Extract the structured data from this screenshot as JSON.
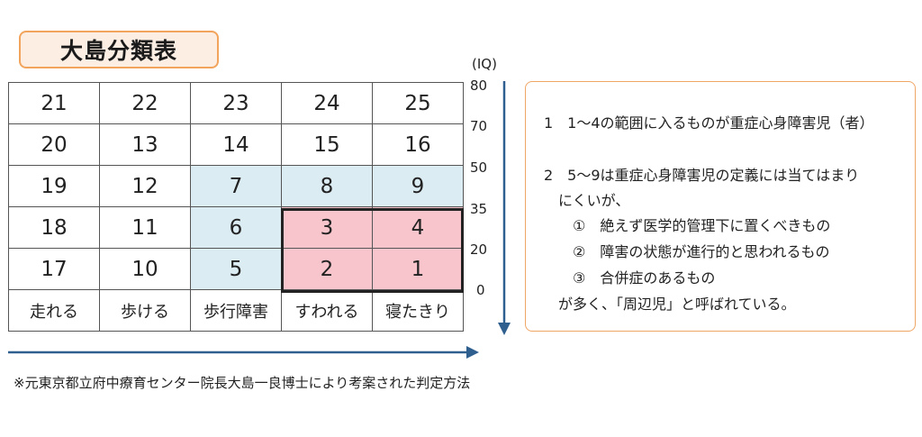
{
  "title": "大島分類表",
  "grid": {
    "rows": [
      [
        {
          "value": "21",
          "zone": "none"
        },
        {
          "value": "22",
          "zone": "none"
        },
        {
          "value": "23",
          "zone": "none"
        },
        {
          "value": "24",
          "zone": "none"
        },
        {
          "value": "25",
          "zone": "none"
        }
      ],
      [
        {
          "value": "20",
          "zone": "none"
        },
        {
          "value": "13",
          "zone": "none"
        },
        {
          "value": "14",
          "zone": "none"
        },
        {
          "value": "15",
          "zone": "none"
        },
        {
          "value": "16",
          "zone": "none"
        }
      ],
      [
        {
          "value": "19",
          "zone": "none"
        },
        {
          "value": "12",
          "zone": "none"
        },
        {
          "value": "7",
          "zone": "peripheral"
        },
        {
          "value": "8",
          "zone": "peripheral"
        },
        {
          "value": "9",
          "zone": "peripheral"
        }
      ],
      [
        {
          "value": "18",
          "zone": "none"
        },
        {
          "value": "11",
          "zone": "none"
        },
        {
          "value": "6",
          "zone": "peripheral"
        },
        {
          "value": "3",
          "zone": "severe"
        },
        {
          "value": "4",
          "zone": "severe"
        }
      ],
      [
        {
          "value": "17",
          "zone": "none"
        },
        {
          "value": "10",
          "zone": "none"
        },
        {
          "value": "5",
          "zone": "peripheral"
        },
        {
          "value": "2",
          "zone": "severe"
        },
        {
          "value": "1",
          "zone": "severe"
        }
      ]
    ],
    "motor_labels": [
      "走れる",
      "歩ける",
      "歩行障害",
      "すわれる",
      "寝たきり"
    ]
  },
  "iq_axis": {
    "unit": "(IQ)",
    "ticks": [
      "80",
      "70",
      "50",
      "35",
      "20",
      "0"
    ]
  },
  "colors": {
    "peripheral": "#dcecf3",
    "severe": "#f7c5cb",
    "arrow": "#2f5f8f",
    "accent": "#f2a45c"
  },
  "notes": {
    "item1": "1　1～4の範囲に入るものが重症心身障害児（者）",
    "item2_line1": "2　5～9は重症心身障害児の定義には当てはまり",
    "item2_line2": "にくいが、",
    "sub1": "①　絶えず医学的管理下に置くべきもの",
    "sub2": "②　障害の状態が進行的と思われるもの",
    "sub3": "③　合併症のあるもの",
    "closing": "が多く、「周辺児」と呼ばれている。"
  },
  "footnote": "※元東京都立府中療育センター院長大島一良博士により考案された判定方法"
}
